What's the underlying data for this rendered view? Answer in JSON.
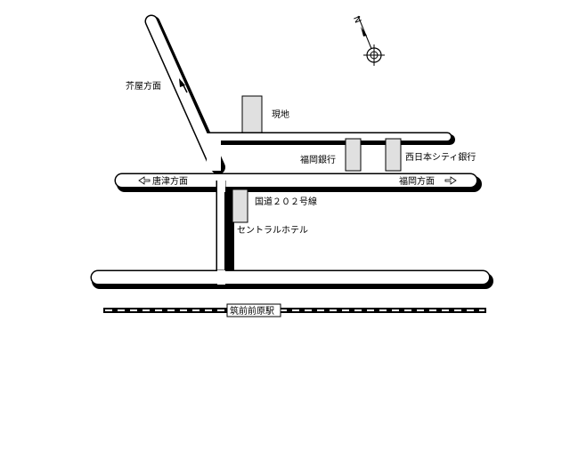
{
  "labels": {
    "north": "N",
    "akuya": "芥屋方面",
    "site": "現地",
    "fukuoka_bank": "福岡銀行",
    "nishinippon_bank": "西日本シティ銀行",
    "karatsu": "唐津方面",
    "fukuoka_dir": "福岡方面",
    "route": "国道２０２号線",
    "hotel": "セントラルホテル",
    "station": "筑前前原駅"
  },
  "colors": {
    "road_fill": "#ffffff",
    "road_shadow": "#000000",
    "building_fill": "#e0e0e0",
    "rail_dash": "#ffffff",
    "ink": "#000000"
  },
  "icons": {
    "compass": "compass-icon",
    "direction_left": "arrow-left-icon",
    "direction_right": "arrow-right-icon",
    "site_pointer": "arrow-up-icon"
  }
}
